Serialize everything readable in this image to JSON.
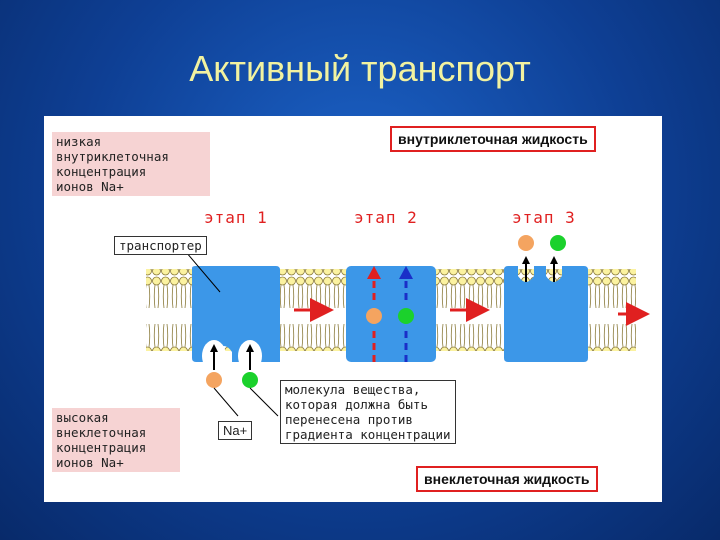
{
  "title": "Активный транспорт",
  "diagram": {
    "low_concentration_note": "низкая\nвнутриклеточная\nконцентрация\nионов Na+",
    "high_concentration_note": "высокая\nвнеклеточная\nконцентрация\nионов Na+",
    "intracellular_label": "внутриклеточная жидкость",
    "extracellular_label": "внеклеточная жидкость",
    "stages": [
      "этап 1",
      "этап 2",
      "этап 3"
    ],
    "transporter_label": "транспортер",
    "na_label": "Na+",
    "molecule_label": "молекула вещества,\nкоторая должна быть\nперенесена против\nградиента концентрации",
    "colors": {
      "transporter": "#3c97e8",
      "na_ion": "#f4a460",
      "molecule": "#1bd12c",
      "arrow_red": "#e02020",
      "arrow_blue": "#1a2fc8",
      "lipid_head": "#fbf2a0"
    }
  }
}
